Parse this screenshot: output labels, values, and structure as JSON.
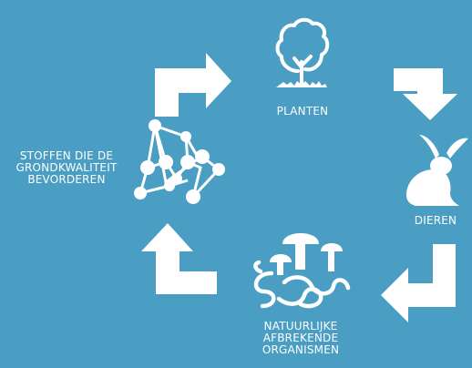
{
  "colors": {
    "background": "#4a9ec4",
    "foreground": "#ffffff"
  },
  "nodes": {
    "plants": {
      "label": "PLANTEN",
      "icon": "tree-icon"
    },
    "animals": {
      "label": "DIEREN",
      "icon": "rabbit-icon"
    },
    "decomposers": {
      "lines": [
        "NATUURLIJKE",
        "AFBREKENDE",
        "ORGANISMEN"
      ],
      "icon": "mushrooms-worms-icon"
    },
    "substances": {
      "lines": [
        "STOFFEN DIE DE",
        "GRONDKWALITEIT",
        "BEVORDEREN"
      ],
      "icon": "molecule-network-icon"
    }
  },
  "arrows": [
    "arrow-to-plants",
    "arrow-to-animals",
    "arrow-to-decomposers",
    "arrow-to-substances"
  ]
}
